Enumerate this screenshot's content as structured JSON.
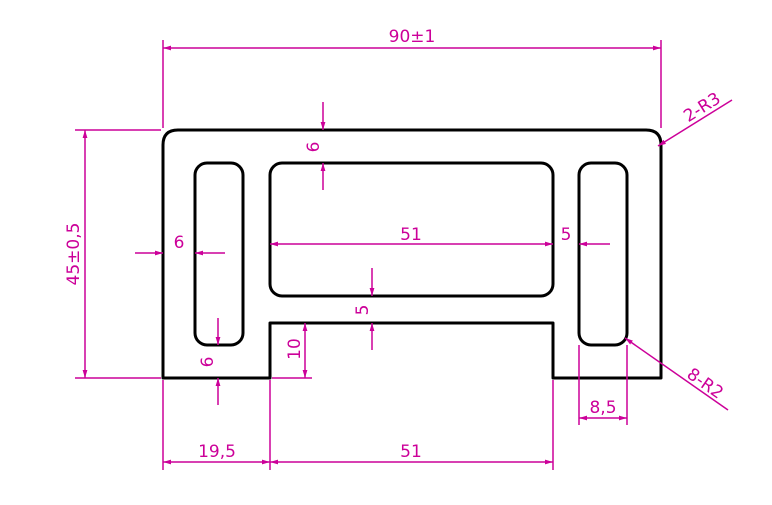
{
  "colors": {
    "outline": "#000000",
    "dimension": "#cc0099",
    "background": "#ffffff"
  },
  "dimensions": {
    "overall_width": "90±1",
    "overall_height": "45±0,5",
    "corner_radius_outer": "2-R3",
    "corner_radius_inner": "8-R2",
    "top_wall": "6",
    "left_wall": "6",
    "bottom_left_wall": "6",
    "slot_width": "51",
    "right_web": "5",
    "middle_web": "5",
    "notch_height": "10",
    "right_slot_width": "8,5",
    "bottom_left_length": "19,5",
    "bottom_notch_width": "51"
  }
}
